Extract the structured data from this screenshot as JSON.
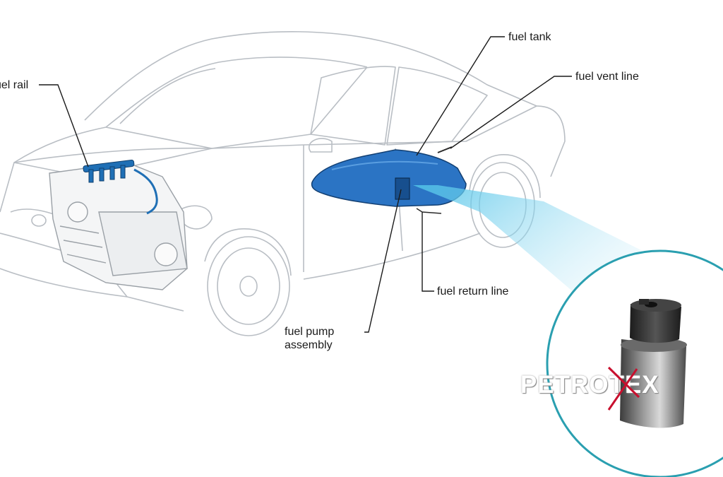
{
  "labels": {
    "fuel_rail": "uel rail",
    "fuel_tank": "fuel tank",
    "fuel_vent_line": "fuel vent line",
    "fuel_return_line": "fuel return line",
    "fuel_pump_line1": "fuel pump",
    "fuel_pump_line2": "assembly"
  },
  "watermark": {
    "part1": "PETRO",
    "part2": "TEX"
  },
  "colors": {
    "car_outline": "#b9bec4",
    "fuel_system": "#1f6fb5",
    "callout_ring": "#2a9fb0",
    "beam": "#4fc3e8",
    "leader": "#1a1a1a",
    "watermark_accent": "#c8102e"
  },
  "icons": [
    "car-outline",
    "engine",
    "fuel-rail",
    "fuel-tank",
    "fuel-pump-part",
    "magnifier-callout"
  ]
}
